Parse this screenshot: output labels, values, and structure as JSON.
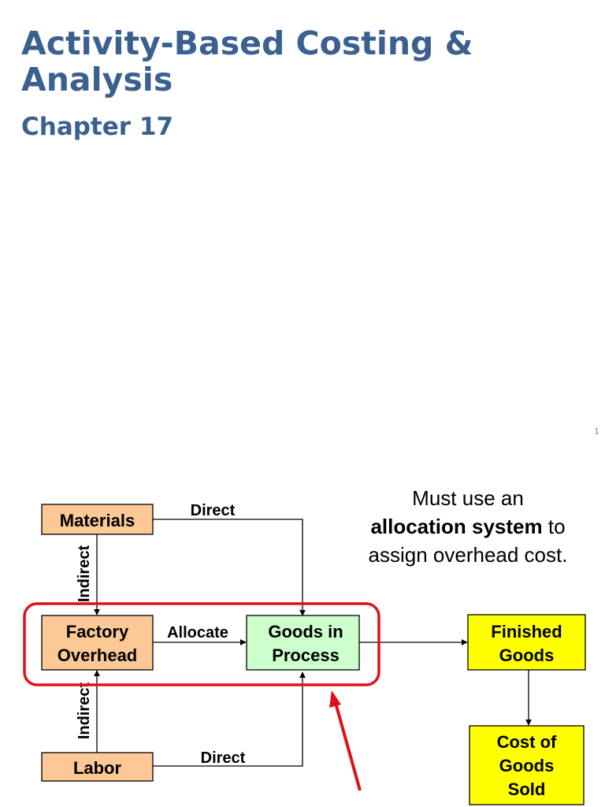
{
  "slide1": {
    "title": "Activity-Based Costing & Analysis",
    "subtitle": "Chapter 17",
    "page_number": "1"
  },
  "slide2": {
    "nodes": {
      "materials": "Materials",
      "factory_overhead": [
        "Factory",
        "Overhead"
      ],
      "goods_in_process": [
        "Goods in",
        "Process"
      ],
      "finished_goods": [
        "Finished",
        "Goods"
      ],
      "cost_of_goods_sold": [
        "Cost of",
        "Goods",
        "Sold"
      ],
      "labor": "Labor"
    },
    "edge_labels": {
      "materials_direct": "Direct",
      "labor_direct": "Direct",
      "materials_indirect": "Indirect",
      "labor_indirect": "Indirect",
      "allocate": "Allocate"
    },
    "note": {
      "line1": "Must use an",
      "line2_bold": "allocation system",
      "line2_rest": " to",
      "line3": "assign overhead cost."
    },
    "colors": {
      "orange_box": "#fbc896",
      "green_box": "#ccffcc",
      "yellow_box": "#ffff00",
      "highlight_red": "#e0101a",
      "allocate_red": "#ff0000"
    }
  }
}
